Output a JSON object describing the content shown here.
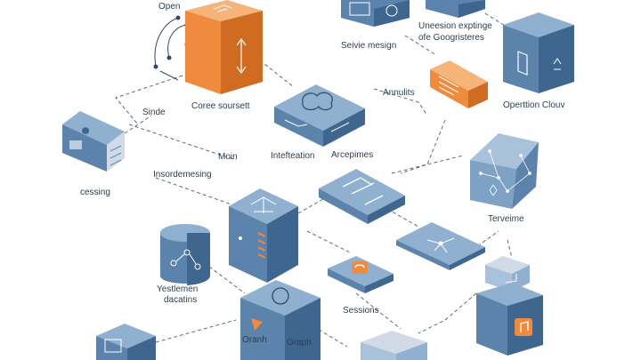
{
  "labels": {
    "open": "Open",
    "core_sourset": "Coree soursett",
    "service_mesign": "Seivie mesign",
    "uneesion_line1": "Uneesion exptinge",
    "uneesion_line2": "ofe Googristeres",
    "operttion_cloud": "Operttion Clouv",
    "annulits": "Annulits",
    "sinde": "Sinde",
    "intefteation": "Intefteation",
    "arcepimes": "Arcepimes",
    "moin": "Moin",
    "cessing": "cessing",
    "insordemesing": "Insordemesing",
    "terveime": "Terveime",
    "yestlemen_line1": "Yestlemen",
    "yestlemen_line2": "dacatins",
    "sessions": "Sessions",
    "oranh": "Oranh",
    "graph": "Graph"
  },
  "colors": {
    "blue_top": "#8fb0cf",
    "blue_left": "#5b83ab",
    "blue_right": "#3f668f",
    "orange_top": "#f6b37a",
    "orange_left": "#f08a3c",
    "orange_right": "#d06c22",
    "line": "#2f4a66",
    "dash": "#5b6b7c"
  }
}
